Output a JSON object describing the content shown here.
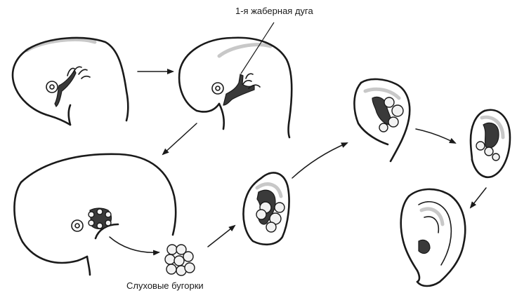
{
  "labels": {
    "first_gill_arch": "1-я жаберная дуга",
    "auditory_hillocks": "Слуховые бугорки"
  },
  "stages": [
    "embryo-stage-1",
    "embryo-stage-2",
    "embryo-stage-3",
    "hillocks-cluster",
    "auricle-stage-1",
    "auricle-stage-2",
    "auricle-stage-3",
    "auricle-final"
  ],
  "colors": {
    "outline": "#1a1a1a",
    "shadow": "#c8c8c8",
    "dark_fill": "#3a3a3a"
  }
}
